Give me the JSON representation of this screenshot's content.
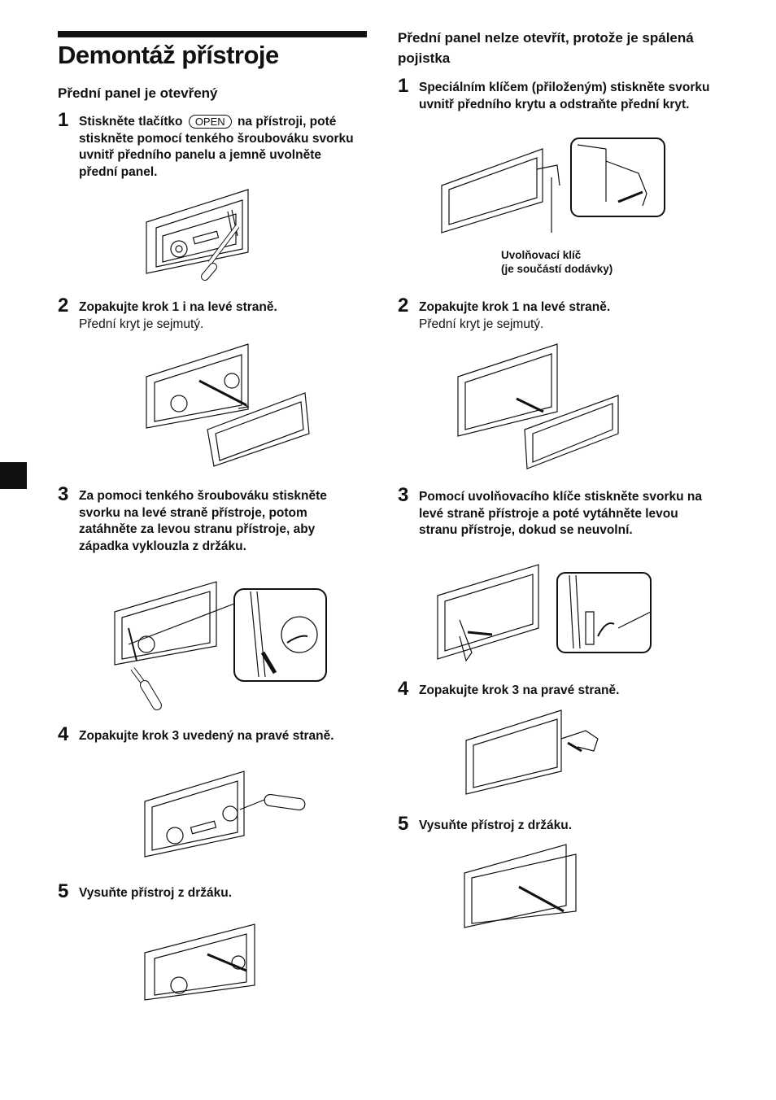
{
  "page": {
    "title": "Demontáž přístroje"
  },
  "left": {
    "heading": "Přední panel je otevřený",
    "steps": [
      {
        "num": "1",
        "before": "Stiskněte tlačítko",
        "key": "OPEN",
        "after": "na přístroji, poté stiskněte pomocí tenkého šroubováku svorku uvnitř předního panelu a jemně uvolněte přední panel."
      },
      {
        "num": "2",
        "bold": "Zopakujte krok 1 i na levé straně.",
        "plain": "Přední kryt je sejmutý."
      },
      {
        "num": "3",
        "bold": "Za pomoci tenkého šroubováku stiskněte svorku na levé straně přístroje, potom zatáhněte za levou stranu přístroje, aby západka vyklouzla z držáku."
      },
      {
        "num": "4",
        "bold": "Zopakujte krok 3 uvedený na pravé straně."
      },
      {
        "num": "5",
        "bold": "Vysuňte přístroj z držáku."
      }
    ]
  },
  "right": {
    "heading": "Přední panel nelze otevřít, protože je spálená pojistka",
    "steps": [
      {
        "num": "1",
        "bold": "Speciálním klíčem (přiloženým) stiskněte svorku uvnitř předního krytu a  odstraňte přední kryt."
      },
      {
        "num": "2",
        "bold": "Zopakujte krok 1 na levé straně.",
        "plain": "Přední kryt je sejmutý."
      },
      {
        "num": "3",
        "bold": "Pomocí uvolňovacího klíče stiskněte svorku na levé straně přístroje a poté vytáhněte levou stranu přístroje, dokud se neuvolní."
      },
      {
        "num": "4",
        "bold": "Zopakujte krok 3 na pravé straně."
      },
      {
        "num": "5",
        "bold": "Vysuňte přístroj z držáku."
      }
    ],
    "callout_line1": "Uvolňovací klíč",
    "callout_line2": "(je součástí dodávky)"
  }
}
